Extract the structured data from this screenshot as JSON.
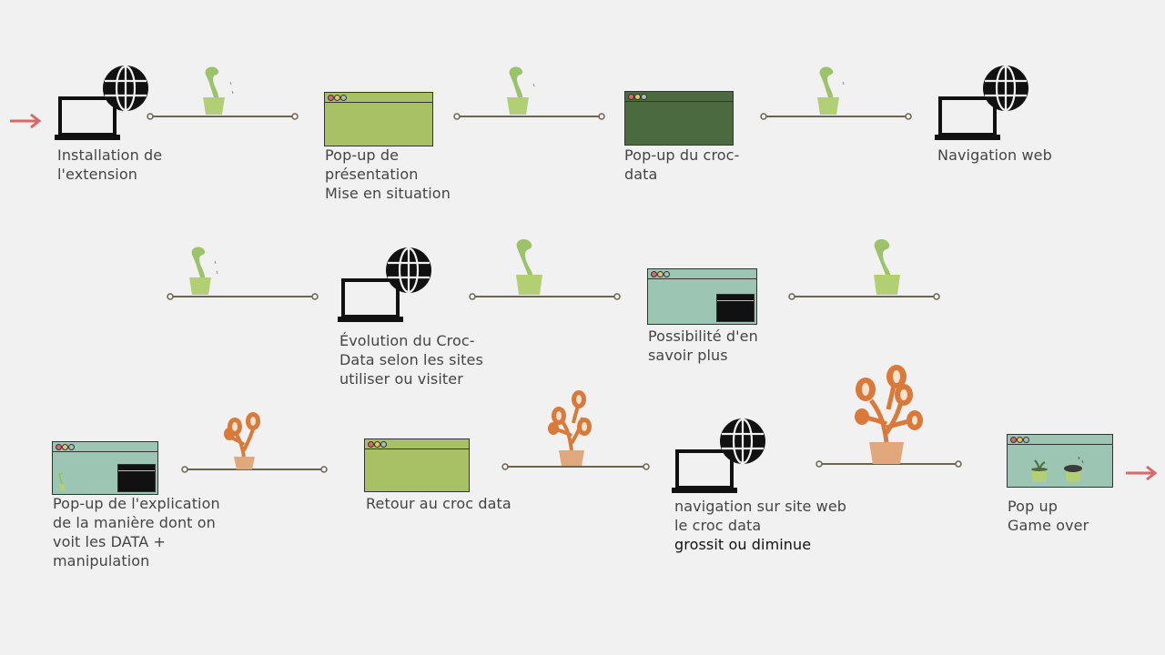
{
  "colors": {
    "background": "#f1f1f1",
    "line": "#6b6450",
    "arrow": "#d9686b",
    "popup_light_green": "#a9c165",
    "popup_dark_green": "#4c6a3f",
    "popup_teal": "#9cc5b3",
    "plant_green": "#8fbf5a",
    "plant_orange": "#d9793a"
  },
  "steps": [
    {
      "lines": [
        "Installation de",
        "l'extension"
      ],
      "icon": "laptop-globe-icon"
    },
    {
      "lines": [
        "Pop-up de",
        "présentation",
        "Mise en situation"
      ],
      "icon": "popup-window-icon"
    },
    {
      "lines": [
        "Pop-up du croc-",
        "data"
      ],
      "icon": "popup-window-icon"
    },
    {
      "lines": [
        "Navigation web"
      ],
      "icon": "laptop-globe-icon"
    },
    {
      "lines": [
        "Évolution du Croc-",
        "Data  selon les sites",
        "utiliser ou visiter"
      ],
      "icon": "laptop-globe-icon"
    },
    {
      "lines": [
        "Possibilité d'en",
        "savoir plus"
      ],
      "icon": "popup-window-icon"
    },
    {
      "lines": [
        "Pop-up de l'explication",
        "de la manière dont on",
        "voit les DATA +",
        "manipulation"
      ],
      "icon": "popup-window-icon"
    },
    {
      "lines": [
        "Retour au croc data"
      ],
      "icon": "popup-window-icon"
    },
    {
      "lines": [
        "navigation sur site web",
        "le croc data",
        "grossit ou diminue"
      ],
      "icon": "laptop-globe-icon"
    },
    {
      "lines": [
        "Pop up",
        "Game over"
      ],
      "icon": "popup-window-icon"
    }
  ]
}
